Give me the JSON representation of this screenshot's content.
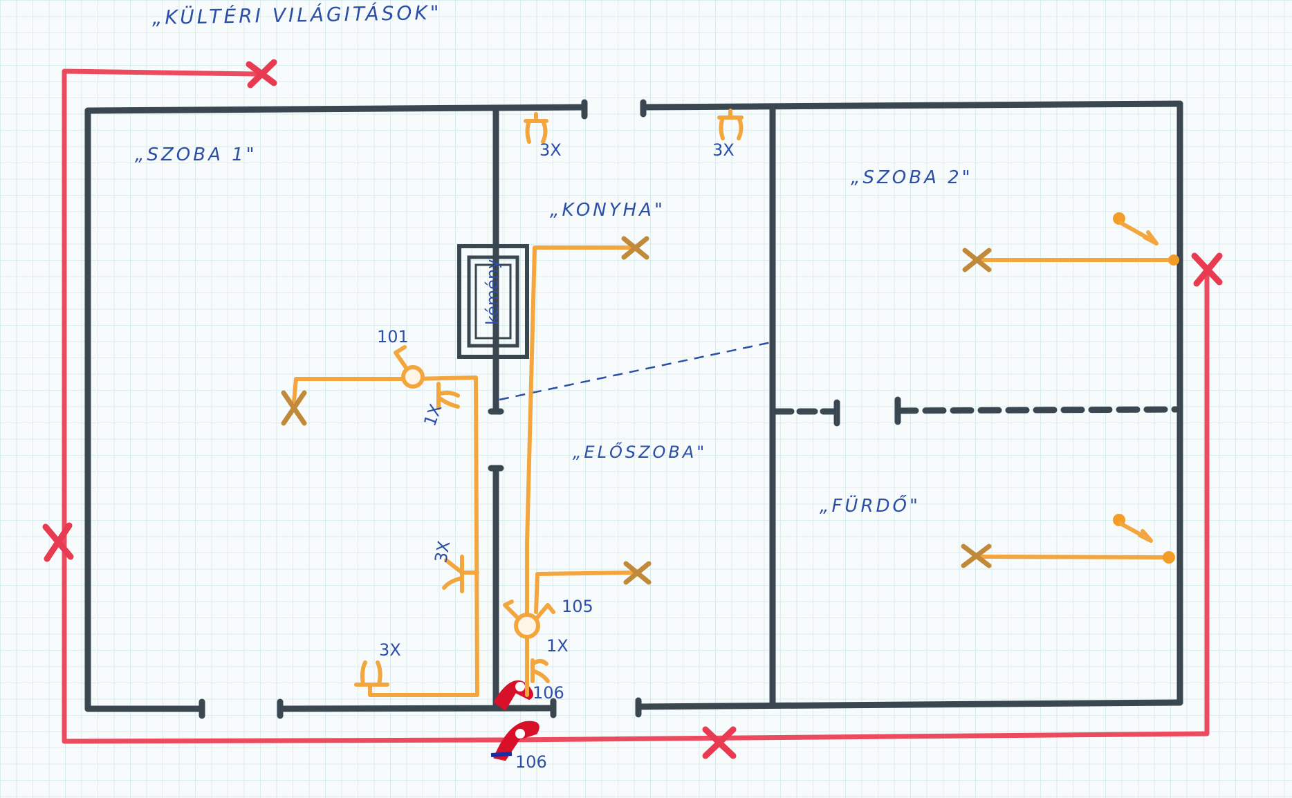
{
  "labels": {
    "kulteri": "„KÜLTÉRI VILÁGITÁSOK\"",
    "szoba1": "„SZOBA 1\"",
    "konyha": "„KONYHA\"",
    "szoba2": "„SZOBA 2\"",
    "eloszoba": "„ELŐSZOBA\"",
    "furdo": "„FÜRDŐ\"",
    "kemeny": "kémény"
  },
  "annotations": {
    "q1": "3X",
    "q2": "3X",
    "q3": "1X",
    "q4": "3X",
    "q5": "3X",
    "q6": "1X",
    "n101": "101",
    "n105": "105",
    "n106a": "106",
    "n106b": "106"
  },
  "colors": {
    "wall": "#3a4750",
    "orange_circuit": "#f3a63e",
    "red_circuit": "#ec4a5e",
    "text": "#2d4ea6"
  }
}
